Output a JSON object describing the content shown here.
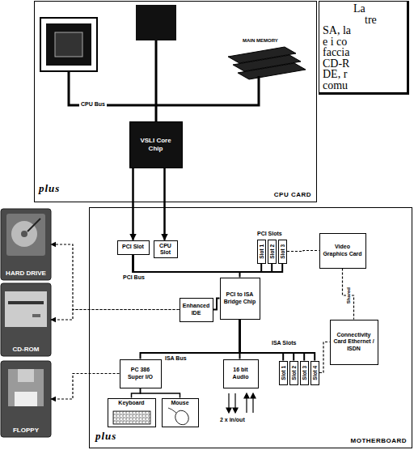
{
  "diagram": {
    "nodes": [
      {
        "text": [
          "CPU CARD"
        ]
      },
      {
        "text": [
          "VSLI Core Chip"
        ],
        "in": 0
      },
      {
        "text": [
          "La",
          "tre",
          "SA, la",
          "e i co",
          "faccia",
          "CD-R",
          "DE, r",
          "comu"
        ]
      },
      {
        "text": [
          "MOTHERBOARD"
        ]
      },
      {
        "text": [
          "PCI Slot"
        ],
        "in": 3
      },
      {
        "text": [
          "CPU Slot"
        ],
        "in": 3
      },
      {
        "text": [
          "Slot 1"
        ],
        "in": 3
      },
      {
        "text": [
          "Slot 2"
        ],
        "in": 3
      },
      {
        "text": [
          "Slot 3"
        ],
        "in": 3
      },
      {
        "text": [
          "Video Graphics Card"
        ],
        "in": 3
      },
      {
        "text": [
          "Enhanced IDE"
        ],
        "in": 3
      },
      {
        "text": [
          "PCI to ISA Bridge Chip"
        ],
        "in": 3
      },
      {
        "text": [
          "Slot 1"
        ],
        "in": 3
      },
      {
        "text": [
          "Slot 2"
        ],
        "in": 3
      },
      {
        "text": [
          "Slot 3"
        ],
        "in": 3
      },
      {
        "text": [
          "Slot 4"
        ],
        "in": 3
      },
      {
        "text": [
          "Connectivity Card Ethernet / ISDN"
        ],
        "in": 3
      },
      {
        "text": [
          "PC 386 Super I/O"
        ],
        "in": 3
      },
      {
        "text": [
          "16 bit Audio"
        ],
        "in": 3
      },
      {
        "text": [
          "Keyboard"
        ],
        "in": 3
      },
      {
        "text": [
          "Mouse"
        ],
        "in": 3
      },
      {
        "text": [
          "HARD DRIVE"
        ]
      },
      {
        "text": [
          "CD-ROM"
        ]
      },
      {
        "text": [
          "FLOPPY"
        ]
      }
    ],
    "edges": [
      {
        "from": 1,
        "to": 4,
        "arrow": "to"
      },
      {
        "from": 1,
        "to": 5,
        "arrow": "to"
      },
      {
        "from": 4,
        "to": 6,
        "arrow": "none"
      },
      {
        "from": 4,
        "to": 7,
        "arrow": "none"
      },
      {
        "from": 4,
        "to": 8,
        "arrow": "none"
      },
      {
        "from": 4,
        "to": 11,
        "arrow": "none"
      },
      {
        "from": 8,
        "to": 9,
        "arrow": "none"
      },
      {
        "from": 9,
        "to": 16,
        "label": "Shared",
        "arrow": "none"
      },
      {
        "from": 11,
        "to": 10,
        "arrow": "none"
      },
      {
        "from": 10,
        "to": 21,
        "arrow": "to"
      },
      {
        "from": 10,
        "to": 22,
        "arrow": "to"
      },
      {
        "from": 11,
        "to": 12,
        "arrow": "none"
      },
      {
        "from": 11,
        "to": 13,
        "arrow": "none"
      },
      {
        "from": 11,
        "to": 14,
        "arrow": "none"
      },
      {
        "from": 11,
        "to": 15,
        "arrow": "none"
      },
      {
        "from": 11,
        "to": 17,
        "arrow": "none"
      },
      {
        "from": 11,
        "to": 18,
        "arrow": "none"
      },
      {
        "from": 17,
        "to": 19,
        "arrow": "none"
      },
      {
        "from": 17,
        "to": 20,
        "arrow": "none"
      },
      {
        "from": 17,
        "to": 23,
        "arrow": "to"
      },
      {
        "from": 15,
        "to": 16,
        "arrow": "none"
      }
    ],
    "labels": [
      "MAIN MEMORY",
      "CPU Bus",
      "plus",
      "PCI Bus",
      "PCI Slots",
      "ISA Slots",
      "ISA Bus",
      "2 x in/out",
      "plus"
    ]
  }
}
